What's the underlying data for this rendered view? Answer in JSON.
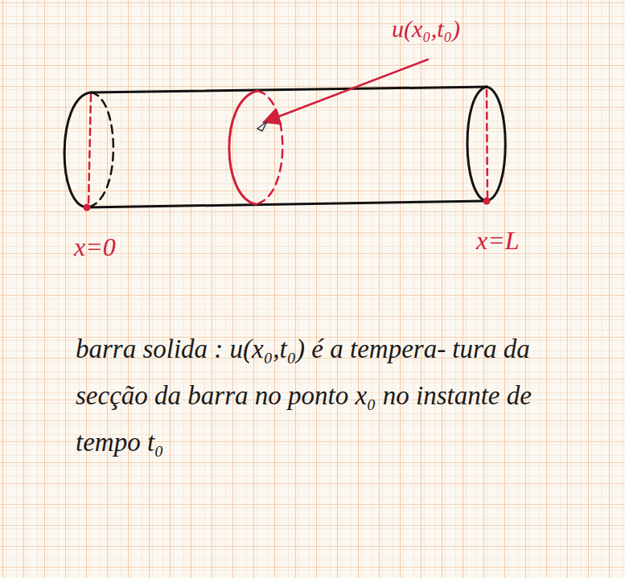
{
  "diagram": {
    "labels": [
      "u(x₀,t₀)",
      "x=0",
      "x=L",
      "barra solida : u(x₀,t₀) é a tempera- tura da secção da barra no ponto x₀ no instante de tempo t₀"
    ]
  }
}
